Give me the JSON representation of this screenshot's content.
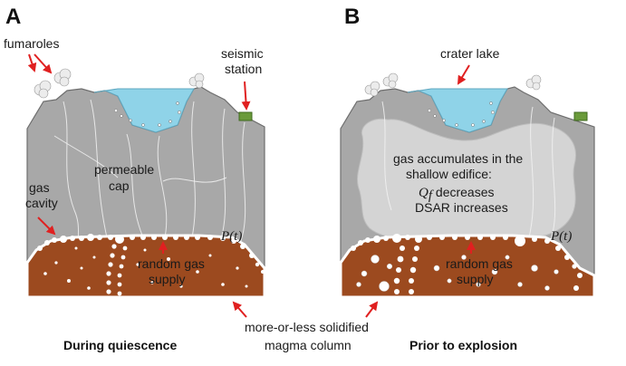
{
  "panels": [
    {
      "letter": "A",
      "caption": "During quiescence",
      "labels": {
        "fumaroles": "fumaroles",
        "seismic_station": [
          "seismic",
          "station"
        ],
        "permeable_cap": [
          "permeable",
          "cap"
        ],
        "gas_cavity": [
          "gas",
          "cavity"
        ],
        "pressure": "P(t)",
        "random_gas_supply": [
          "random gas",
          "supply"
        ]
      }
    },
    {
      "letter": "B",
      "caption": "Prior to explosion",
      "labels": {
        "crater_lake": "crater lake",
        "gas_accumulates": [
          "gas accumulates in the",
          "shallow edifice:"
        ],
        "qf_symbol": "Q",
        "qf_subscript": "f",
        "qf_text": " decreases",
        "dsar": "DSAR increases",
        "pressure": "P(t)",
        "random_gas_supply": [
          "random gas",
          "supply"
        ]
      }
    }
  ],
  "shared_label": [
    "more-or-less solidified",
    "magma column"
  ],
  "colors": {
    "edifice": "#a8a8a8",
    "edifice_dark": "#7d7d7d",
    "accumulated_gas": "#d4d4d4",
    "lake": "#8fd3e8",
    "magma": "#9c4a1f",
    "station": "#6a9a3a",
    "arrow": "#e02020"
  }
}
